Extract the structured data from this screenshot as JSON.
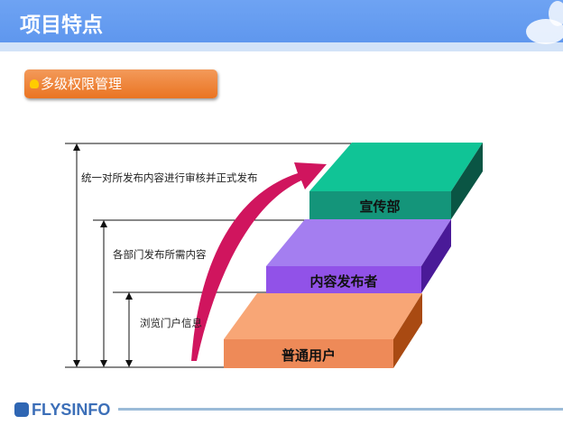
{
  "header": {
    "title": "项目特点"
  },
  "badge": {
    "label": "多级权限管理"
  },
  "levels": [
    {
      "label": "宣传部",
      "desc": "统一对所发布内容进行审核并正式发布"
    },
    {
      "label": "内容发布者",
      "desc": "各部门发布所需内容"
    },
    {
      "label": "普通用户",
      "desc": "浏览门户信息"
    }
  ],
  "footer": {
    "logo": "FLYSINFO"
  },
  "colors": {
    "top": "#169b7d",
    "middle": "#9b66e6",
    "bottom": "#f29060",
    "arrow": "#d0155e"
  }
}
